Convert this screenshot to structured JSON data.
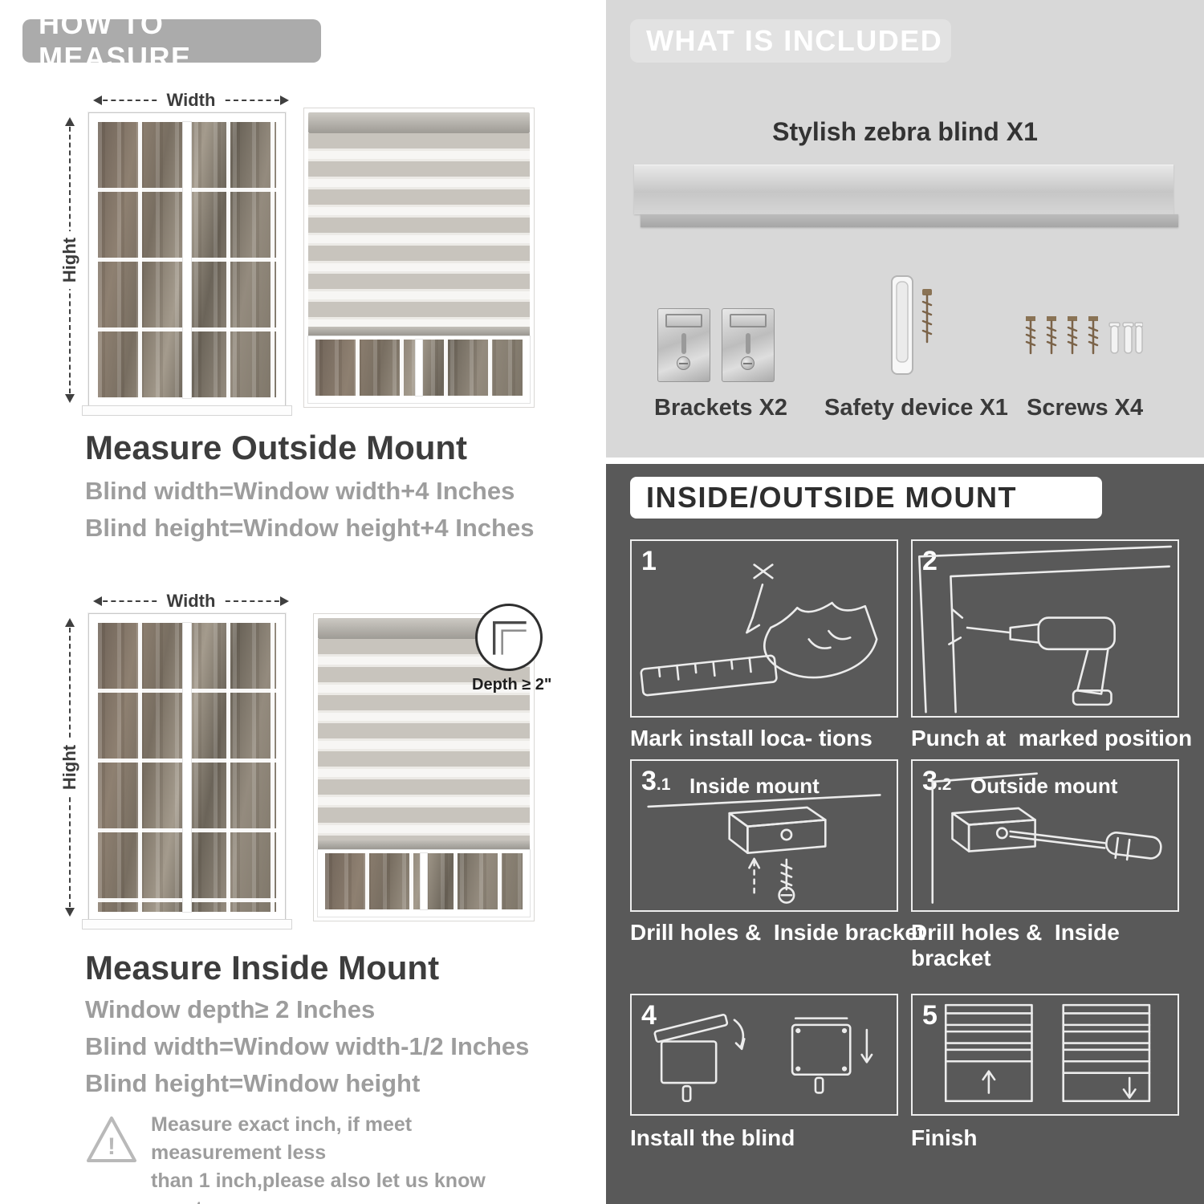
{
  "measure": {
    "header": "HOW TO MEASURE",
    "outside": {
      "width_label": "Width",
      "height_label": "Hight",
      "title": "Measure Outside Mount",
      "lines": [
        "Blind width=Window width+4 Inches",
        "Blind height=Window height+4 Inches"
      ]
    },
    "inside": {
      "width_label": "Width",
      "height_label": "Hight",
      "depth_label": "Depth ≥ 2\"",
      "title": "Measure Inside Mount",
      "lines": [
        "Window depth≥ 2 Inches",
        "Blind width=Window width-1/2 Inches",
        "Blind height=Window height"
      ]
    },
    "note": "Measure exact inch, if meet measurement less\nthan 1 inch,please also let us know exact\nmeasurement, please do not leave it",
    "warning_glyph": "!"
  },
  "included": {
    "header": "WHAT IS INCLUDED",
    "blind_label": "Stylish zebra blind X1",
    "items": [
      {
        "name": "brackets",
        "label": "Brackets X2"
      },
      {
        "name": "safety-device",
        "label": "Safety device X1"
      },
      {
        "name": "screws",
        "label": "Screws X4"
      }
    ]
  },
  "mount": {
    "header": "INSIDE/OUTSIDE MOUNT",
    "steps": [
      {
        "num": "1",
        "caption": "Mark install loca- tions"
      },
      {
        "num": "2",
        "caption": "Punch at  marked position"
      },
      {
        "num": "3",
        "sub": ".1",
        "inner_label": "Inside mount",
        "caption": "Drill holes &  Inside bracket"
      },
      {
        "num": "3",
        "sub": ".2",
        "inner_label": "Outside mount",
        "caption": "Drill holes &  Inside bracket"
      },
      {
        "num": "4",
        "caption": "Install the blind"
      },
      {
        "num": "5",
        "caption": "Finish"
      }
    ]
  },
  "colors": {
    "measure_pill": "#ababab",
    "included_bg": "#d8d8d8",
    "included_pill": "#e2e2e2",
    "mount_bg": "#595959",
    "title_text": "#3d3d3d",
    "gray_text": "#9d9d9d"
  }
}
